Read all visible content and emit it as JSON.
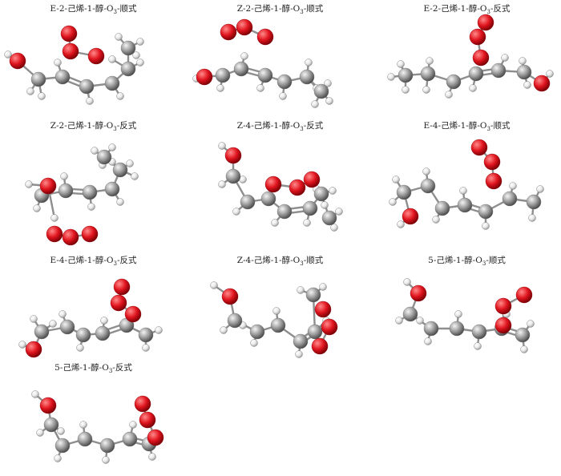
{
  "figure": {
    "panels": [
      {
        "label": "E-2-己烯-1-醇-O",
        "o3_sub": "3",
        "conformer": "-顺式"
      },
      {
        "label": "Z-2-己烯-1-醇-O",
        "o3_sub": "3",
        "conformer": "-顺式"
      },
      {
        "label": "E-2-己烯-1-醇-O",
        "o3_sub": "3",
        "conformer": "-反式"
      },
      {
        "label": "Z-2-己烯-1-醇-O",
        "o3_sub": "3",
        "conformer": "-反式"
      },
      {
        "label": "Z-4-己烯-1-醇-O",
        "o3_sub": "3",
        "conformer": "-反式"
      },
      {
        "label": "E-4-己烯-1-醇-O",
        "o3_sub": "3",
        "conformer": "-顺式"
      },
      {
        "label": "E-4-己烯-1-醇-O",
        "o3_sub": "3",
        "conformer": "-反式"
      },
      {
        "label": "Z-4-己烯-1-醇-O",
        "o3_sub": "3",
        "conformer": "-顺式"
      },
      {
        "label": "5-己烯-1-醇-O",
        "o3_sub": "3",
        "conformer": "-顺式"
      },
      {
        "label": "5-己烯-1-醇-O",
        "o3_sub": "3",
        "conformer": "-反式"
      }
    ],
    "colors": {
      "carbon": "#9a9a9a",
      "oxygen": "#e0141e",
      "hydrogen": "#e8e8e8",
      "bond": "#8e8e8e",
      "background": "#ffffff"
    }
  }
}
